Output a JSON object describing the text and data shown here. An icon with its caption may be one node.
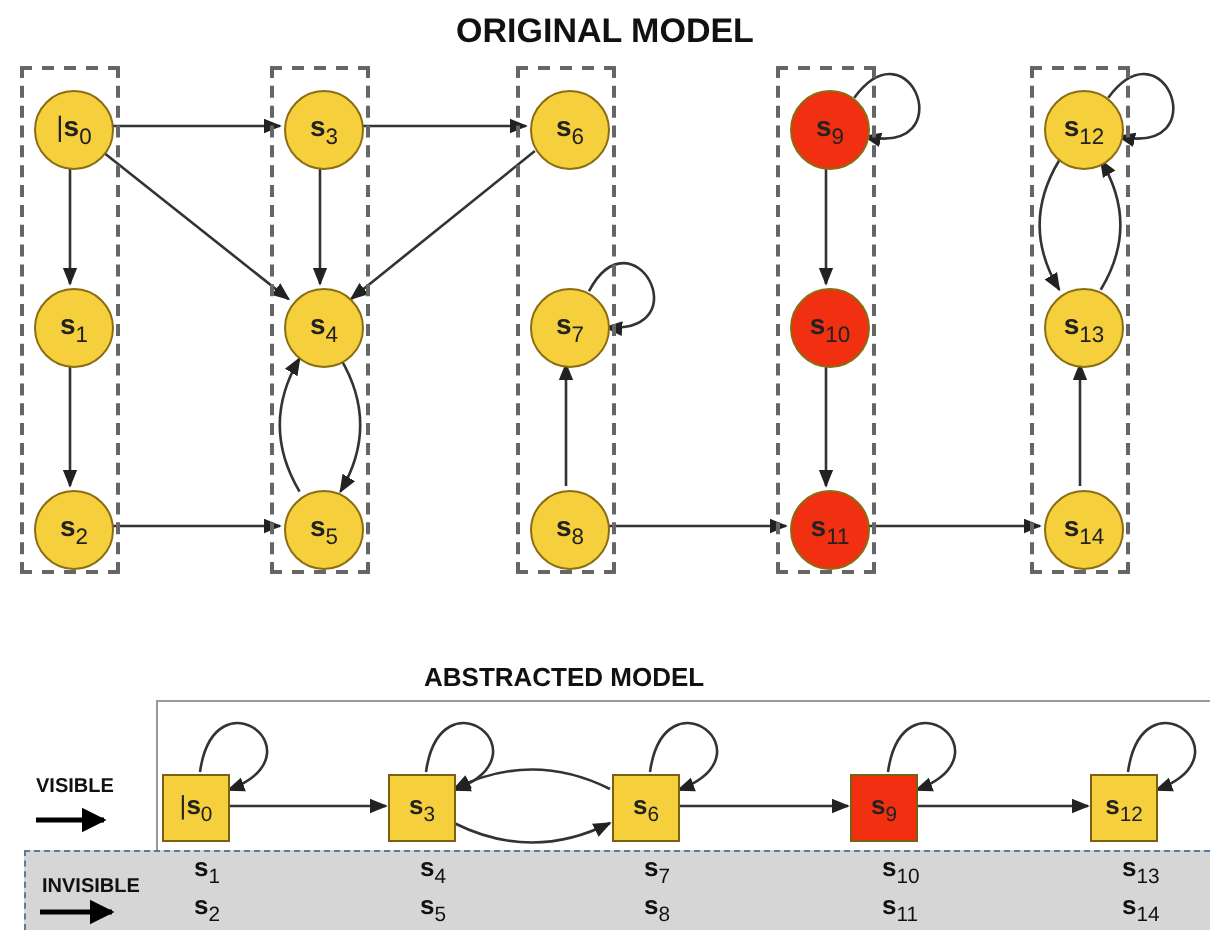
{
  "diagram": {
    "title": "ORIGINAL MODEL",
    "nodes": [
      {
        "text": [],
        "shape": "box"
      },
      {
        "text": [
          "|**s**$_{0}$"
        ],
        "in": 0
      },
      {
        "text": [
          "**s**$_{1}$"
        ],
        "in": 0
      },
      {
        "text": [
          "**s**$_{2}$"
        ],
        "in": 0
      },
      {
        "text": [],
        "shape": "box"
      },
      {
        "text": [
          "**s**$_{3}$"
        ],
        "in": 4
      },
      {
        "text": [
          "**s**$_{4}$"
        ],
        "in": 4
      },
      {
        "text": [
          "**s**$_{5}$"
        ],
        "in": 4
      },
      {
        "text": [],
        "shape": "box"
      },
      {
        "text": [
          "**s**$_{6}$"
        ],
        "in": 8
      },
      {
        "text": [
          "**s**$_{7}$"
        ],
        "in": 8
      },
      {
        "text": [
          "**s**$_{8}$"
        ],
        "in": 8
      },
      {
        "text": [],
        "shape": "box"
      },
      {
        "text": [
          "**s**$_{9}$"
        ],
        "in": 12
      },
      {
        "text": [
          "**s**$_{10}$"
        ],
        "in": 12
      },
      {
        "text": [
          "**s**$_{11}$"
        ],
        "in": 12
      },
      {
        "text": [],
        "shape": "box"
      },
      {
        "text": [
          "**s**$_{12}$"
        ],
        "in": 16
      },
      {
        "text": [
          "**s**$_{13}$"
        ],
        "in": 16
      },
      {
        "text": [
          "**s**$_{14}$"
        ],
        "in": 16
      },
      {
        "text": [],
        "shape": "box"
      },
      {
        "text": [
          "|**s**$_{0}$"
        ],
        "in": 20
      },
      {
        "text": [
          "**s**$_{3}$"
        ],
        "in": 20
      },
      {
        "text": [
          "**s**$_{6}$"
        ],
        "in": 20
      },
      {
        "text": [
          "**s**$_{9}$"
        ],
        "in": 20
      },
      {
        "text": [
          "**s**$_{12}$"
        ],
        "in": 20
      },
      {
        "text": [
          "INVISIBLE",
          "**s**$_{1}$",
          "**s**$_{4}$",
          "**s**$_{7}$",
          "**s**$_{10}$",
          "**s**$_{13}$",
          "**s**$_{2}$",
          "**s**$_{5}$",
          "**s**$_{8}$",
          "**s**$_{11}$",
          "**s**$_{14}$"
        ]
      }
    ],
    "edges": [
      {
        "from": 1,
        "to": 5,
        "arrow": "to"
      },
      {
        "from": 5,
        "to": 9,
        "arrow": "to"
      },
      {
        "from": 1,
        "to": 2,
        "arrow": "to"
      },
      {
        "from": 2,
        "to": 3,
        "arrow": "to"
      },
      {
        "from": 1,
        "to": 6,
        "arrow": "to"
      },
      {
        "from": 5,
        "to": 6,
        "arrow": "to"
      },
      {
        "from": 9,
        "to": 6,
        "arrow": "to"
      },
      {
        "from": 3,
        "to": 7,
        "arrow": "to"
      },
      {
        "from": 6,
        "to": 7,
        "arrow": "to"
      },
      {
        "from": 7,
        "to": 6,
        "arrow": "to"
      },
      {
        "from": 11,
        "to": 10,
        "arrow": "to"
      },
      {
        "from": 10,
        "to": 10,
        "arrow": "to"
      },
      {
        "from": 11,
        "to": 15,
        "arrow": "to"
      },
      {
        "from": 13,
        "to": 13,
        "arrow": "to"
      },
      {
        "from": 13,
        "to": 14,
        "arrow": "to"
      },
      {
        "from": 14,
        "to": 15,
        "arrow": "to"
      },
      {
        "from": 15,
        "to": 19,
        "arrow": "to"
      },
      {
        "from": 19,
        "to": 18,
        "arrow": "to"
      },
      {
        "from": 17,
        "to": 18,
        "arrow": "to"
      },
      {
        "from": 18,
        "to": 17,
        "arrow": "to"
      },
      {
        "from": 17,
        "to": 17,
        "arrow": "to"
      },
      {
        "from": 21,
        "to": 21,
        "arrow": "to"
      },
      {
        "from": 22,
        "to": 22,
        "arrow": "to"
      },
      {
        "from": 23,
        "to": 23,
        "arrow": "to"
      },
      {
        "from": 24,
        "to": 24,
        "arrow": "to"
      },
      {
        "from": 25,
        "to": 25,
        "arrow": "to"
      },
      {
        "from": 21,
        "to": 22,
        "arrow": "to"
      },
      {
        "from": 22,
        "to": 23,
        "arrow": "to"
      },
      {
        "from": 23,
        "to": 22,
        "arrow": "to"
      },
      {
        "from": 23,
        "to": 24,
        "arrow": "to"
      },
      {
        "from": 24,
        "to": 25,
        "arrow": "to"
      }
    ],
    "labels": [
      "ABSTRACTED MODEL",
      "VISIBLE"
    ]
  }
}
